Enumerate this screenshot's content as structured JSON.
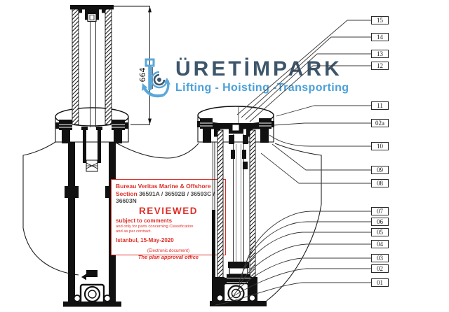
{
  "drawing": {
    "dimension_label": "664",
    "callouts": [
      "15",
      "14",
      "13",
      "12",
      "11",
      "02a",
      "10",
      "09",
      "08",
      "07",
      "06",
      "05",
      "04",
      "03",
      "02",
      "01"
    ],
    "line_color": "#1a1a1a"
  },
  "logo": {
    "icon": "anchor-icon",
    "title": "ÜRETİMPARK",
    "subtitle": "Lifting - Hoisting -Transporting",
    "title_color": "#3d566b",
    "subtitle_color": "#4aa0d8"
  },
  "stamp": {
    "header": "Bureau Veritas Marine & Offshore",
    "section_label": "Section",
    "section_numbers": "36591A / 36592B / 36593C / 36603N",
    "status": "REVIEWED",
    "line1": "subject to comments",
    "line2": "and only for parts concerning Classification",
    "line3": "and as per contract.",
    "place_date": "Istanbul, 15-May-2020",
    "note": "(Electronic document)",
    "office": "The plan approval office",
    "stamp_color": "#df2f28",
    "numbers_color": "#4d4d4d"
  }
}
